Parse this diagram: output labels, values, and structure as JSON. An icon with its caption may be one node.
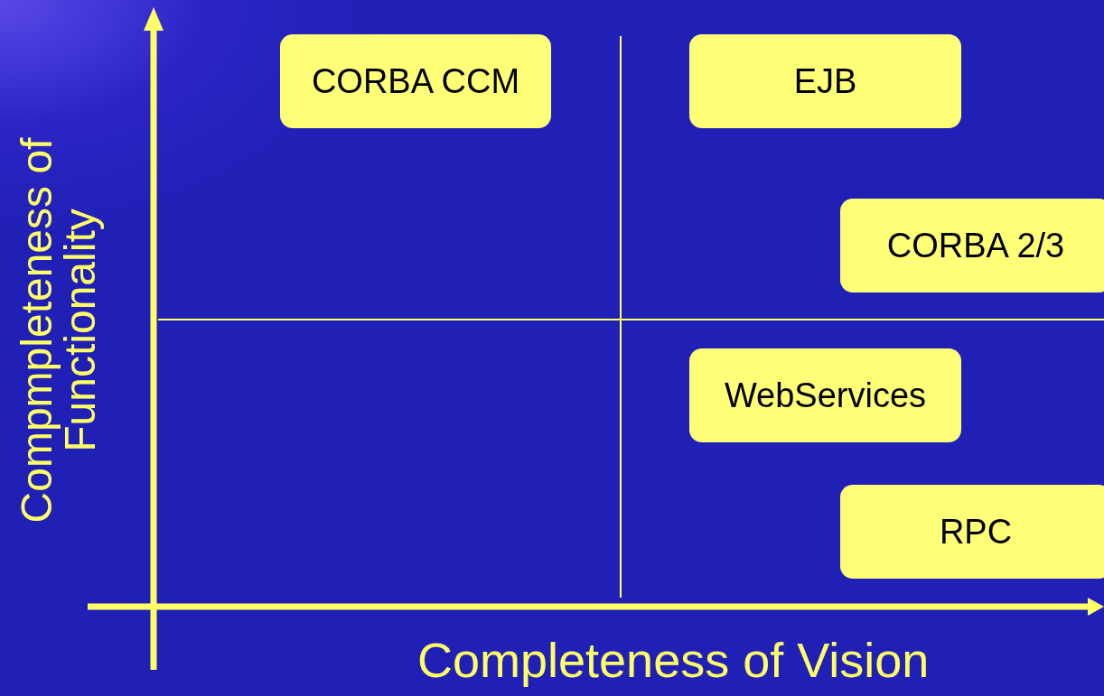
{
  "diagram": {
    "nodes": [
      {
        "text": [
          "CORBA CCM"
        ]
      },
      {
        "text": [
          "EJB"
        ]
      },
      {
        "text": [
          "CORBA 2/3"
        ]
      },
      {
        "text": [
          "WebServices"
        ]
      },
      {
        "text": [
          "RPC"
        ]
      }
    ],
    "edges": [],
    "labels": [
      "Compmpleteness of Functionality",
      "Completeness of Vision"
    ]
  }
}
